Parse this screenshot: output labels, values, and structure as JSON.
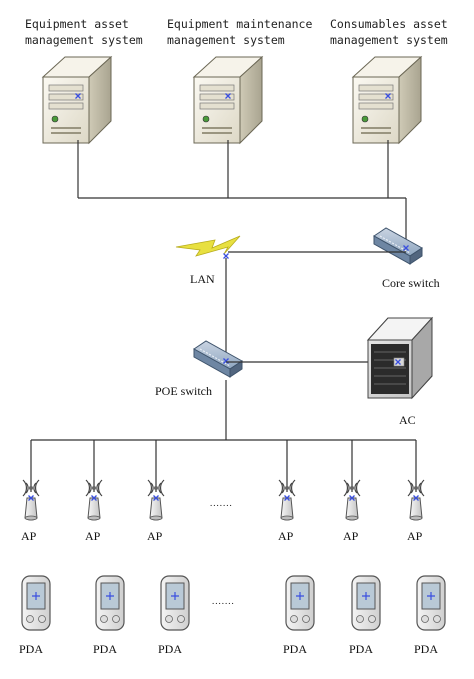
{
  "servers": [
    {
      "label": "Equipment asset\nmanagement system"
    },
    {
      "label": "Equipment maintenance\nmanagement system"
    },
    {
      "label": "Consumables asset\nmanagement system"
    }
  ],
  "network": {
    "lan_label": "LAN",
    "core_switch_label": "Core switch",
    "poe_switch_label": "POE switch",
    "ac_label": "AC"
  },
  "access_points": {
    "labels": [
      "AP",
      "AP",
      "AP",
      "AP",
      "AP",
      "AP"
    ],
    "ellipsis": "......."
  },
  "pdas": {
    "labels": [
      "PDA",
      "PDA",
      "PDA",
      "PDA",
      "PDA",
      "PDA"
    ],
    "ellipsis": "......."
  },
  "colors": {
    "line": "#333333",
    "server_body": "#f2efe4",
    "server_side": "#c9c4b0",
    "switch": "#7f9bb8",
    "ac_body": "#d6d6d6",
    "ac_dark": "#2b2b2b",
    "lightning": "#e8e040",
    "marker": "#3a4fe0"
  },
  "icons": {
    "server": "server-tower-icon",
    "switch": "network-switch-icon",
    "ap": "wireless-ap-icon",
    "pda": "pda-handheld-icon",
    "lan": "lightning-icon",
    "ac": "access-controller-icon"
  }
}
